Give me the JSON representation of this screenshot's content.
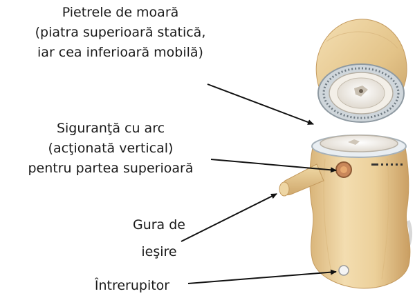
{
  "labels": {
    "millstones": {
      "line1": "Pietrele de moară",
      "line2": "(piatra superioară statică,",
      "line3": "iar cea inferioară mobilă)"
    },
    "safety": {
      "line1": "Siguranţă cu arc",
      "line2": "(acţionată vertical)",
      "line3": "pentru partea superioară"
    },
    "outlet": {
      "line1": "Gura de",
      "line2": "ieşire"
    },
    "switch": {
      "line1": "Întrerupitor"
    }
  },
  "colors": {
    "wood_light": "#f2dcae",
    "wood_mid": "#e2c084",
    "wood_dark": "#c9a064",
    "stone": "#efece6",
    "steel": "#b9c4cc",
    "arrow": "#111111"
  }
}
